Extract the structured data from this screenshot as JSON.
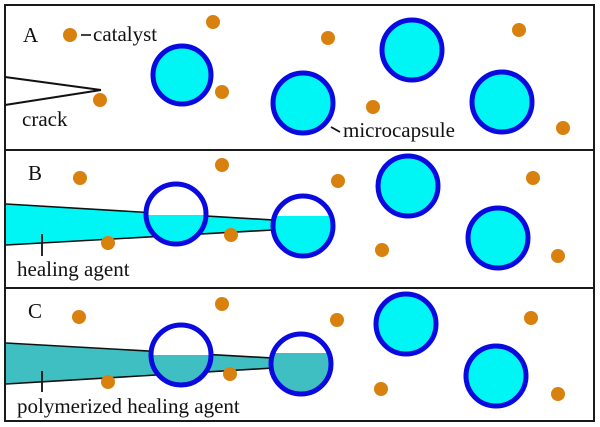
{
  "colors": {
    "frame": "#1a1a1a",
    "catalyst": "#d9810f",
    "capsule_fill": "#00f5f5",
    "capsule_stroke": "#0a0ae0",
    "healing_agent": "#00f5f5",
    "polymerized_agent": "#40bfc2",
    "line": "#111111"
  },
  "panels": [
    {
      "letter": "A",
      "annotations": {
        "catalyst": "catalyst",
        "crack": "crack",
        "microcapsule": "microcapsule"
      }
    },
    {
      "letter": "B",
      "annotations": {
        "agent": "healing agent"
      }
    },
    {
      "letter": "C",
      "annotations": {
        "agent": "polymerized healing agent"
      }
    }
  ]
}
